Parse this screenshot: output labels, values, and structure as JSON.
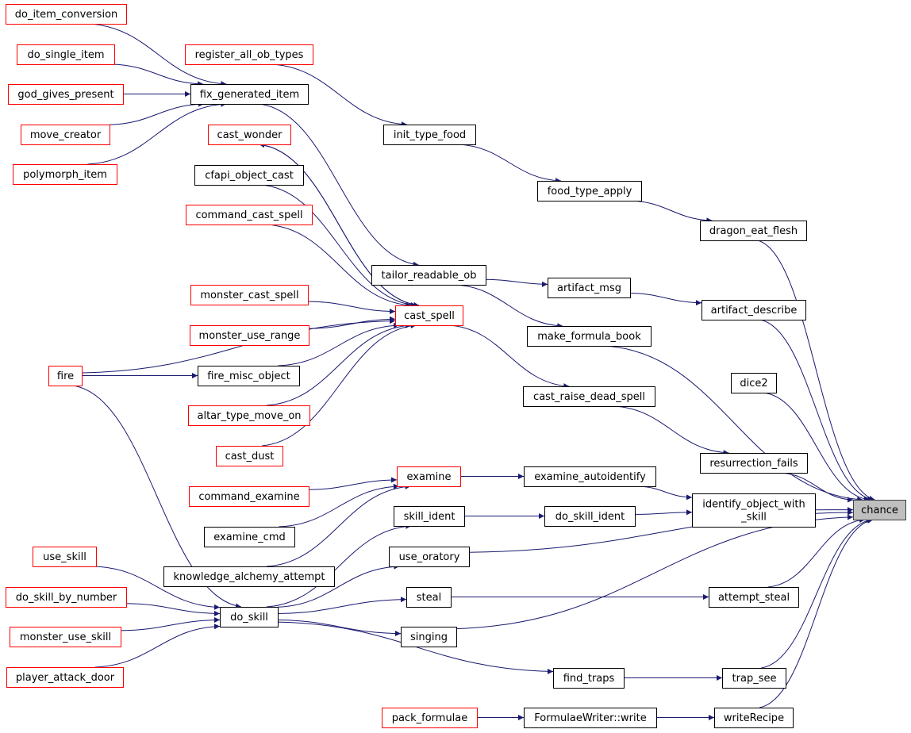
{
  "colors": {
    "edge": "#191970",
    "node_fill": "#ffffff",
    "node_border": "#000000",
    "node_border_truncated": "#ff0000",
    "target_fill": "#bfbfbf",
    "target_border": "#404040"
  },
  "nodes": [
    {
      "id": "do_item_conversion",
      "label": "do_item_conversion",
      "style": "red"
    },
    {
      "id": "do_single_item",
      "label": "do_single_item",
      "style": "red"
    },
    {
      "id": "god_gives_present",
      "label": "god_gives_present",
      "style": "red"
    },
    {
      "id": "move_creator",
      "label": "move_creator",
      "style": "red"
    },
    {
      "id": "polymorph_item",
      "label": "polymorph_item",
      "style": "red"
    },
    {
      "id": "fix_generated_item",
      "label": "fix_generated_item",
      "style": "black"
    },
    {
      "id": "register_all_ob_types",
      "label": "register_all_ob_types",
      "style": "red"
    },
    {
      "id": "init_type_food",
      "label": "init_type_food",
      "style": "black"
    },
    {
      "id": "food_type_apply",
      "label": "food_type_apply",
      "style": "black"
    },
    {
      "id": "dragon_eat_flesh",
      "label": "dragon_eat_flesh",
      "style": "black"
    },
    {
      "id": "cast_wonder",
      "label": "cast_wonder",
      "style": "red"
    },
    {
      "id": "cfapi_object_cast",
      "label": "cfapi_object_cast",
      "style": "black"
    },
    {
      "id": "command_cast_spell",
      "label": "command_cast_spell",
      "style": "red"
    },
    {
      "id": "tailor_readable_ob",
      "label": "tailor_readable_ob",
      "style": "black"
    },
    {
      "id": "artifact_msg",
      "label": "artifact_msg",
      "style": "black"
    },
    {
      "id": "artifact_describe",
      "label": "artifact_describe",
      "style": "black"
    },
    {
      "id": "monster_cast_spell",
      "label": "monster_cast_spell",
      "style": "red"
    },
    {
      "id": "cast_spell",
      "label": "cast_spell",
      "style": "red"
    },
    {
      "id": "monster_use_range",
      "label": "monster_use_range",
      "style": "red"
    },
    {
      "id": "make_formula_book",
      "label": "make_formula_book",
      "style": "black"
    },
    {
      "id": "fire",
      "label": "fire",
      "style": "red"
    },
    {
      "id": "fire_misc_object",
      "label": "fire_misc_object",
      "style": "black"
    },
    {
      "id": "dice2",
      "label": "dice2",
      "style": "black"
    },
    {
      "id": "cast_raise_dead_spell",
      "label": "cast_raise_dead_spell",
      "style": "black"
    },
    {
      "id": "altar_type_move_on",
      "label": "altar_type_move_on",
      "style": "red"
    },
    {
      "id": "cast_dust",
      "label": "cast_dust",
      "style": "red"
    },
    {
      "id": "resurrection_fails",
      "label": "resurrection_fails",
      "style": "black"
    },
    {
      "id": "examine",
      "label": "examine",
      "style": "red"
    },
    {
      "id": "examine_autoidentify",
      "label": "examine_autoidentify",
      "style": "black"
    },
    {
      "id": "command_examine",
      "label": "command_examine",
      "style": "red"
    },
    {
      "id": "identify_object_with_skill",
      "label": [
        "identify_object_with",
        "_skill"
      ],
      "style": "black"
    },
    {
      "id": "chance",
      "label": "chance",
      "style": "target"
    },
    {
      "id": "skill_ident",
      "label": "skill_ident",
      "style": "black"
    },
    {
      "id": "do_skill_ident",
      "label": "do_skill_ident",
      "style": "black"
    },
    {
      "id": "examine_cmd",
      "label": "examine_cmd",
      "style": "black"
    },
    {
      "id": "use_skill",
      "label": "use_skill",
      "style": "red"
    },
    {
      "id": "use_oratory",
      "label": "use_oratory",
      "style": "black"
    },
    {
      "id": "knowledge_alchemy_attempt",
      "label": "knowledge_alchemy_attempt",
      "style": "black"
    },
    {
      "id": "do_skill_by_number",
      "label": "do_skill_by_number",
      "style": "red"
    },
    {
      "id": "steal",
      "label": "steal",
      "style": "black"
    },
    {
      "id": "attempt_steal",
      "label": "attempt_steal",
      "style": "black"
    },
    {
      "id": "do_skill",
      "label": "do_skill",
      "style": "black"
    },
    {
      "id": "monster_use_skill",
      "label": "monster_use_skill",
      "style": "red"
    },
    {
      "id": "singing",
      "label": "singing",
      "style": "black"
    },
    {
      "id": "player_attack_door",
      "label": "player_attack_door",
      "style": "red"
    },
    {
      "id": "find_traps",
      "label": "find_traps",
      "style": "black"
    },
    {
      "id": "trap_see",
      "label": "trap_see",
      "style": "black"
    },
    {
      "id": "pack_formulae",
      "label": "pack_formulae",
      "style": "red"
    },
    {
      "id": "formulaewriter_write",
      "label": "FormulaeWriter::write",
      "style": "black"
    },
    {
      "id": "writerecipe",
      "label": "writeRecipe",
      "style": "black"
    }
  ],
  "edges": [
    [
      "do_item_conversion",
      "fix_generated_item"
    ],
    [
      "do_single_item",
      "fix_generated_item"
    ],
    [
      "god_gives_present",
      "fix_generated_item"
    ],
    [
      "move_creator",
      "fix_generated_item"
    ],
    [
      "polymorph_item",
      "fix_generated_item"
    ],
    [
      "fix_generated_item",
      "tailor_readable_ob"
    ],
    [
      "register_all_ob_types",
      "init_type_food"
    ],
    [
      "init_type_food",
      "food_type_apply"
    ],
    [
      "food_type_apply",
      "dragon_eat_flesh"
    ],
    [
      "dragon_eat_flesh",
      "chance"
    ],
    [
      "cast_spell",
      "cast_wonder"
    ],
    [
      "cast_wonder",
      "cast_spell"
    ],
    [
      "cfapi_object_cast",
      "cast_spell"
    ],
    [
      "command_cast_spell",
      "cast_spell"
    ],
    [
      "monster_cast_spell",
      "cast_spell"
    ],
    [
      "monster_use_range",
      "cast_spell"
    ],
    [
      "fire",
      "cast_spell"
    ],
    [
      "fire",
      "fire_misc_object"
    ],
    [
      "fire_misc_object",
      "cast_spell"
    ],
    [
      "altar_type_move_on",
      "cast_spell"
    ],
    [
      "cast_dust",
      "cast_spell"
    ],
    [
      "cast_spell",
      "cast_raise_dead_spell"
    ],
    [
      "tailor_readable_ob",
      "artifact_msg"
    ],
    [
      "tailor_readable_ob",
      "make_formula_book"
    ],
    [
      "artifact_msg",
      "artifact_describe"
    ],
    [
      "artifact_describe",
      "chance"
    ],
    [
      "make_formula_book",
      "chance"
    ],
    [
      "dice2",
      "chance"
    ],
    [
      "cast_raise_dead_spell",
      "resurrection_fails"
    ],
    [
      "resurrection_fails",
      "chance"
    ],
    [
      "examine",
      "examine_autoidentify"
    ],
    [
      "examine_autoidentify",
      "identify_object_with_skill"
    ],
    [
      "command_examine",
      "examine"
    ],
    [
      "examine_cmd",
      "examine"
    ],
    [
      "knowledge_alchemy_attempt",
      "examine"
    ],
    [
      "identify_object_with_skill",
      "chance"
    ],
    [
      "skill_ident",
      "do_skill_ident"
    ],
    [
      "do_skill_ident",
      "identify_object_with_skill"
    ],
    [
      "use_skill",
      "do_skill"
    ],
    [
      "do_skill_by_number",
      "do_skill"
    ],
    [
      "monster_use_skill",
      "do_skill"
    ],
    [
      "player_attack_door",
      "do_skill"
    ],
    [
      "fire",
      "do_skill"
    ],
    [
      "do_skill",
      "skill_ident"
    ],
    [
      "do_skill",
      "use_oratory"
    ],
    [
      "do_skill",
      "steal"
    ],
    [
      "do_skill",
      "singing"
    ],
    [
      "do_skill",
      "find_traps"
    ],
    [
      "use_oratory",
      "chance"
    ],
    [
      "steal",
      "attempt_steal"
    ],
    [
      "attempt_steal",
      "chance"
    ],
    [
      "singing",
      "chance"
    ],
    [
      "find_traps",
      "trap_see"
    ],
    [
      "trap_see",
      "chance"
    ],
    [
      "pack_formulae",
      "formulaewriter_write"
    ],
    [
      "formulaewriter_write",
      "writerecipe"
    ],
    [
      "writerecipe",
      "chance"
    ]
  ]
}
